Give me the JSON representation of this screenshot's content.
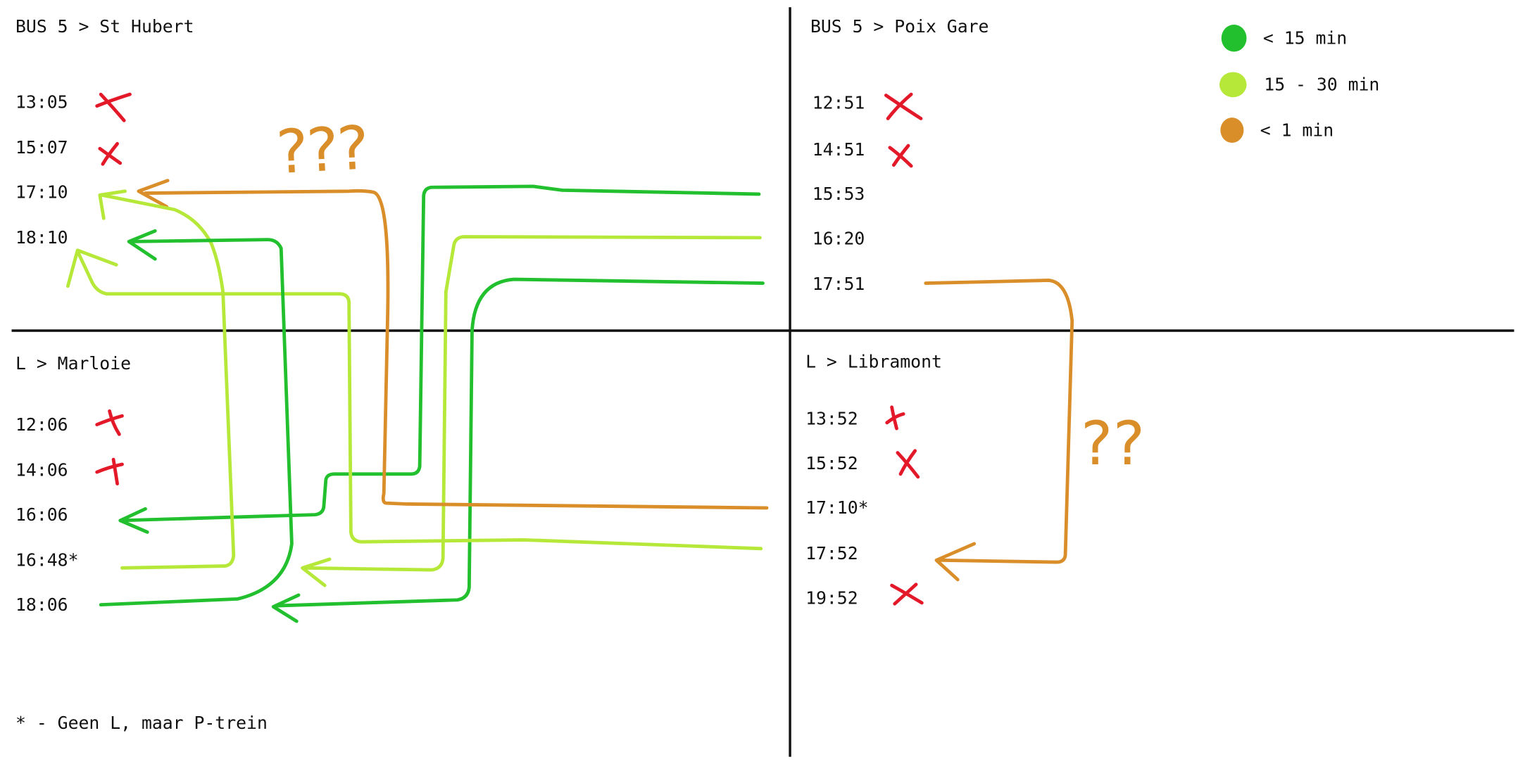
{
  "colors": {
    "green": "#22c02e",
    "lime": "#b6e83a",
    "orange": "#d98e2a",
    "red": "#e3192a",
    "ink": "#111111"
  },
  "quadrants": {
    "top_left": {
      "title": "BUS 5 > St Hubert",
      "times": [
        {
          "label": "13:05",
          "cancelled": true
        },
        {
          "label": "15:07",
          "cancelled": true
        },
        {
          "label": "17:10",
          "cancelled": false
        },
        {
          "label": "18:10",
          "cancelled": false
        }
      ],
      "question_marks": "???"
    },
    "top_right": {
      "title": "BUS 5 > Poix Gare",
      "times": [
        {
          "label": "12:51",
          "cancelled": true
        },
        {
          "label": "14:51",
          "cancelled": true
        },
        {
          "label": "15:53",
          "cancelled": false
        },
        {
          "label": "16:20",
          "cancelled": false
        },
        {
          "label": "17:51",
          "cancelled": false
        }
      ]
    },
    "bottom_left": {
      "title": "L > Marloie",
      "times": [
        {
          "label": "12:06",
          "cancelled": true
        },
        {
          "label": "14:06",
          "cancelled": true
        },
        {
          "label": "16:06",
          "cancelled": false
        },
        {
          "label": "16:48*",
          "cancelled": false
        },
        {
          "label": "18:06",
          "cancelled": false
        }
      ],
      "footnote": "* - Geen L, maar P-trein"
    },
    "bottom_right": {
      "title": "L > Libramont",
      "times": [
        {
          "label": "13:52",
          "cancelled": true
        },
        {
          "label": "15:52",
          "cancelled": true
        },
        {
          "label": "17:10*",
          "cancelled": false
        },
        {
          "label": "17:52",
          "cancelled": false
        },
        {
          "label": "19:52",
          "cancelled": true
        }
      ],
      "question_marks": "??"
    }
  },
  "legend": [
    {
      "label": "< 15 min",
      "color": "green"
    },
    {
      "label": "15 - 30 min",
      "color": "lime"
    },
    {
      "label": "< 1 min",
      "color": "orange"
    }
  ]
}
